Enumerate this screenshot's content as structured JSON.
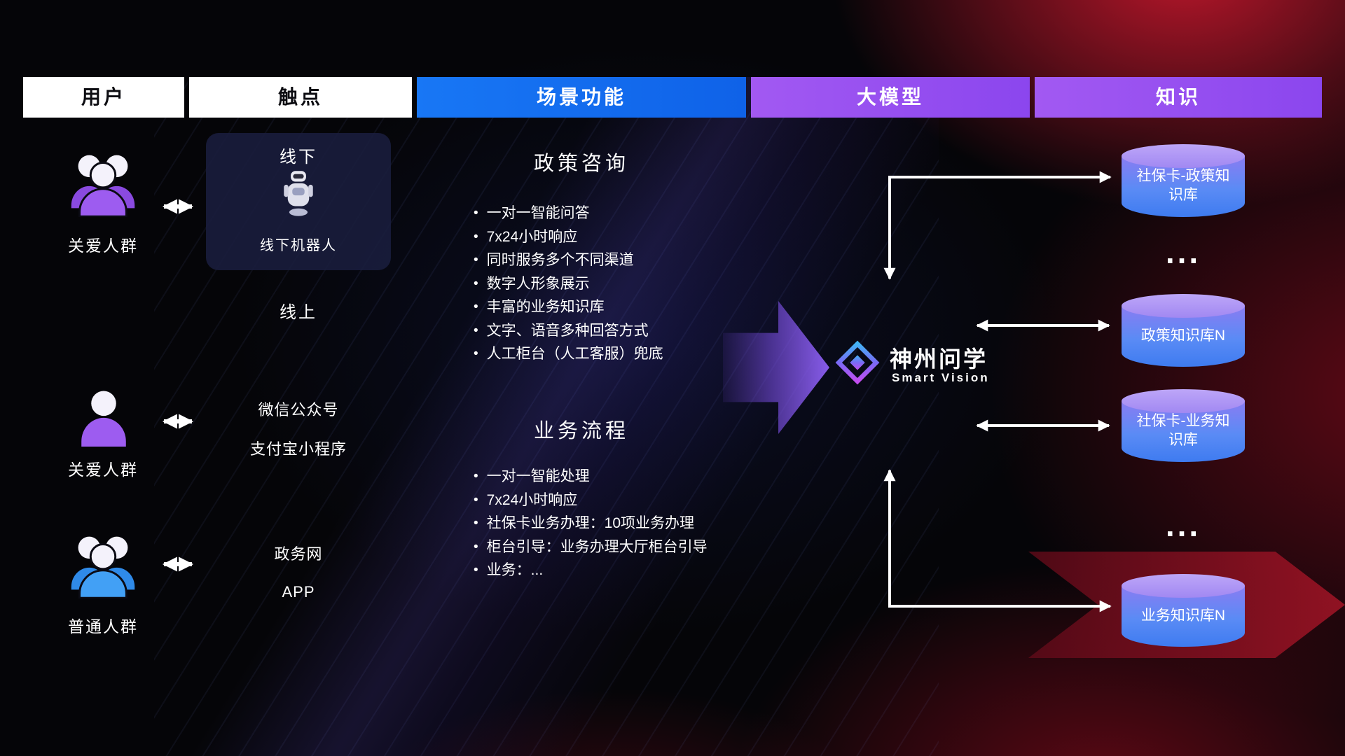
{
  "header": {
    "columns": [
      {
        "label": "用户"
      },
      {
        "label": "触点"
      },
      {
        "label": "场景功能"
      },
      {
        "label": "大模型"
      },
      {
        "label": "知识"
      }
    ]
  },
  "users": {
    "groups": [
      {
        "label": "关爱人群",
        "icon": "group-people-icon",
        "color": "#9d5cf0"
      },
      {
        "label": "关爱人群",
        "icon": "person-icon",
        "color": "#9d5cf0"
      },
      {
        "label": "普通人群",
        "icon": "group-people-icon",
        "color": "#42a0f5"
      }
    ]
  },
  "touchpoints": {
    "offline": {
      "title": "线下",
      "robot_label": "线下机器人",
      "robot_icon": "robot-icon"
    },
    "online_title": "线上",
    "channels": {
      "wechat": "微信公众号",
      "alipay": "支付宝小程序",
      "gov": "政务网",
      "app": "APP"
    }
  },
  "scenes": {
    "policy": {
      "title": "政策咨询",
      "items": [
        "一对一智能问答",
        "7x24小时响应",
        "同时服务多个不同渠道",
        "数字人形象展示",
        "丰富的业务知识库",
        "文字、语音多种回答方式",
        "人工柜台（人工客服）兜底"
      ]
    },
    "business": {
      "title": "业务流程",
      "items": [
        "一对一智能处理",
        "7x24小时响应",
        "社保卡业务办理：10项业务办理",
        "柜台引导：业务办理大厅柜台引导",
        "业务：..."
      ]
    }
  },
  "model": {
    "name": "神州问学",
    "subtitle": "Smart Vision",
    "logo_icon": "diamond-logo-icon"
  },
  "knowledge": {
    "db1": "社保卡-政策知识库",
    "ellipsis1": "...",
    "db2": "政策知识库N",
    "db3": "社保卡-业务知识库",
    "ellipsis2": "...",
    "db4": "业务知识库N"
  },
  "icons": {
    "exchange": "double-arrow-icon",
    "database": "database-cylinder-icon",
    "flow": "flow-arrow-icon"
  },
  "colors": {
    "scene_header_blue": "#1673f2",
    "model_header_purple": "#9a55f0",
    "knowledge_header_purple": "#9a55f0",
    "purple_user": "#9d5cf0",
    "blue_user": "#42a0f5",
    "db_top": "#ad97f5",
    "db_body": "#4f86f5",
    "arrow_white": "#ffffff",
    "big_arrow_purple": "#7a4fe0",
    "red_accent": "#a31426"
  }
}
